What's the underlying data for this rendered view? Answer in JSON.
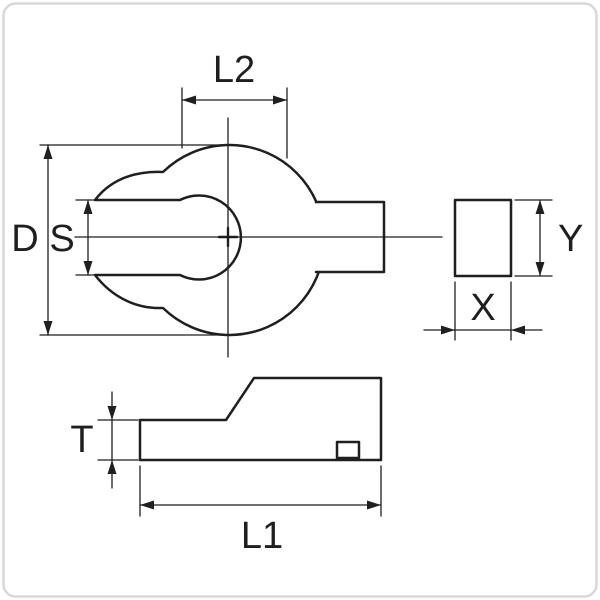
{
  "diagram": {
    "type": "technical-drawing",
    "subject": "open-end-wrench-insert-tool-dimensions",
    "labels": {
      "l2": "L2",
      "d": "D",
      "s": "S",
      "y": "Y",
      "x": "X",
      "t": "T",
      "l1": "L1"
    },
    "colors": {
      "line": "#1f1f1f",
      "background": "#ffffff",
      "border": "#d8d8d8"
    }
  }
}
